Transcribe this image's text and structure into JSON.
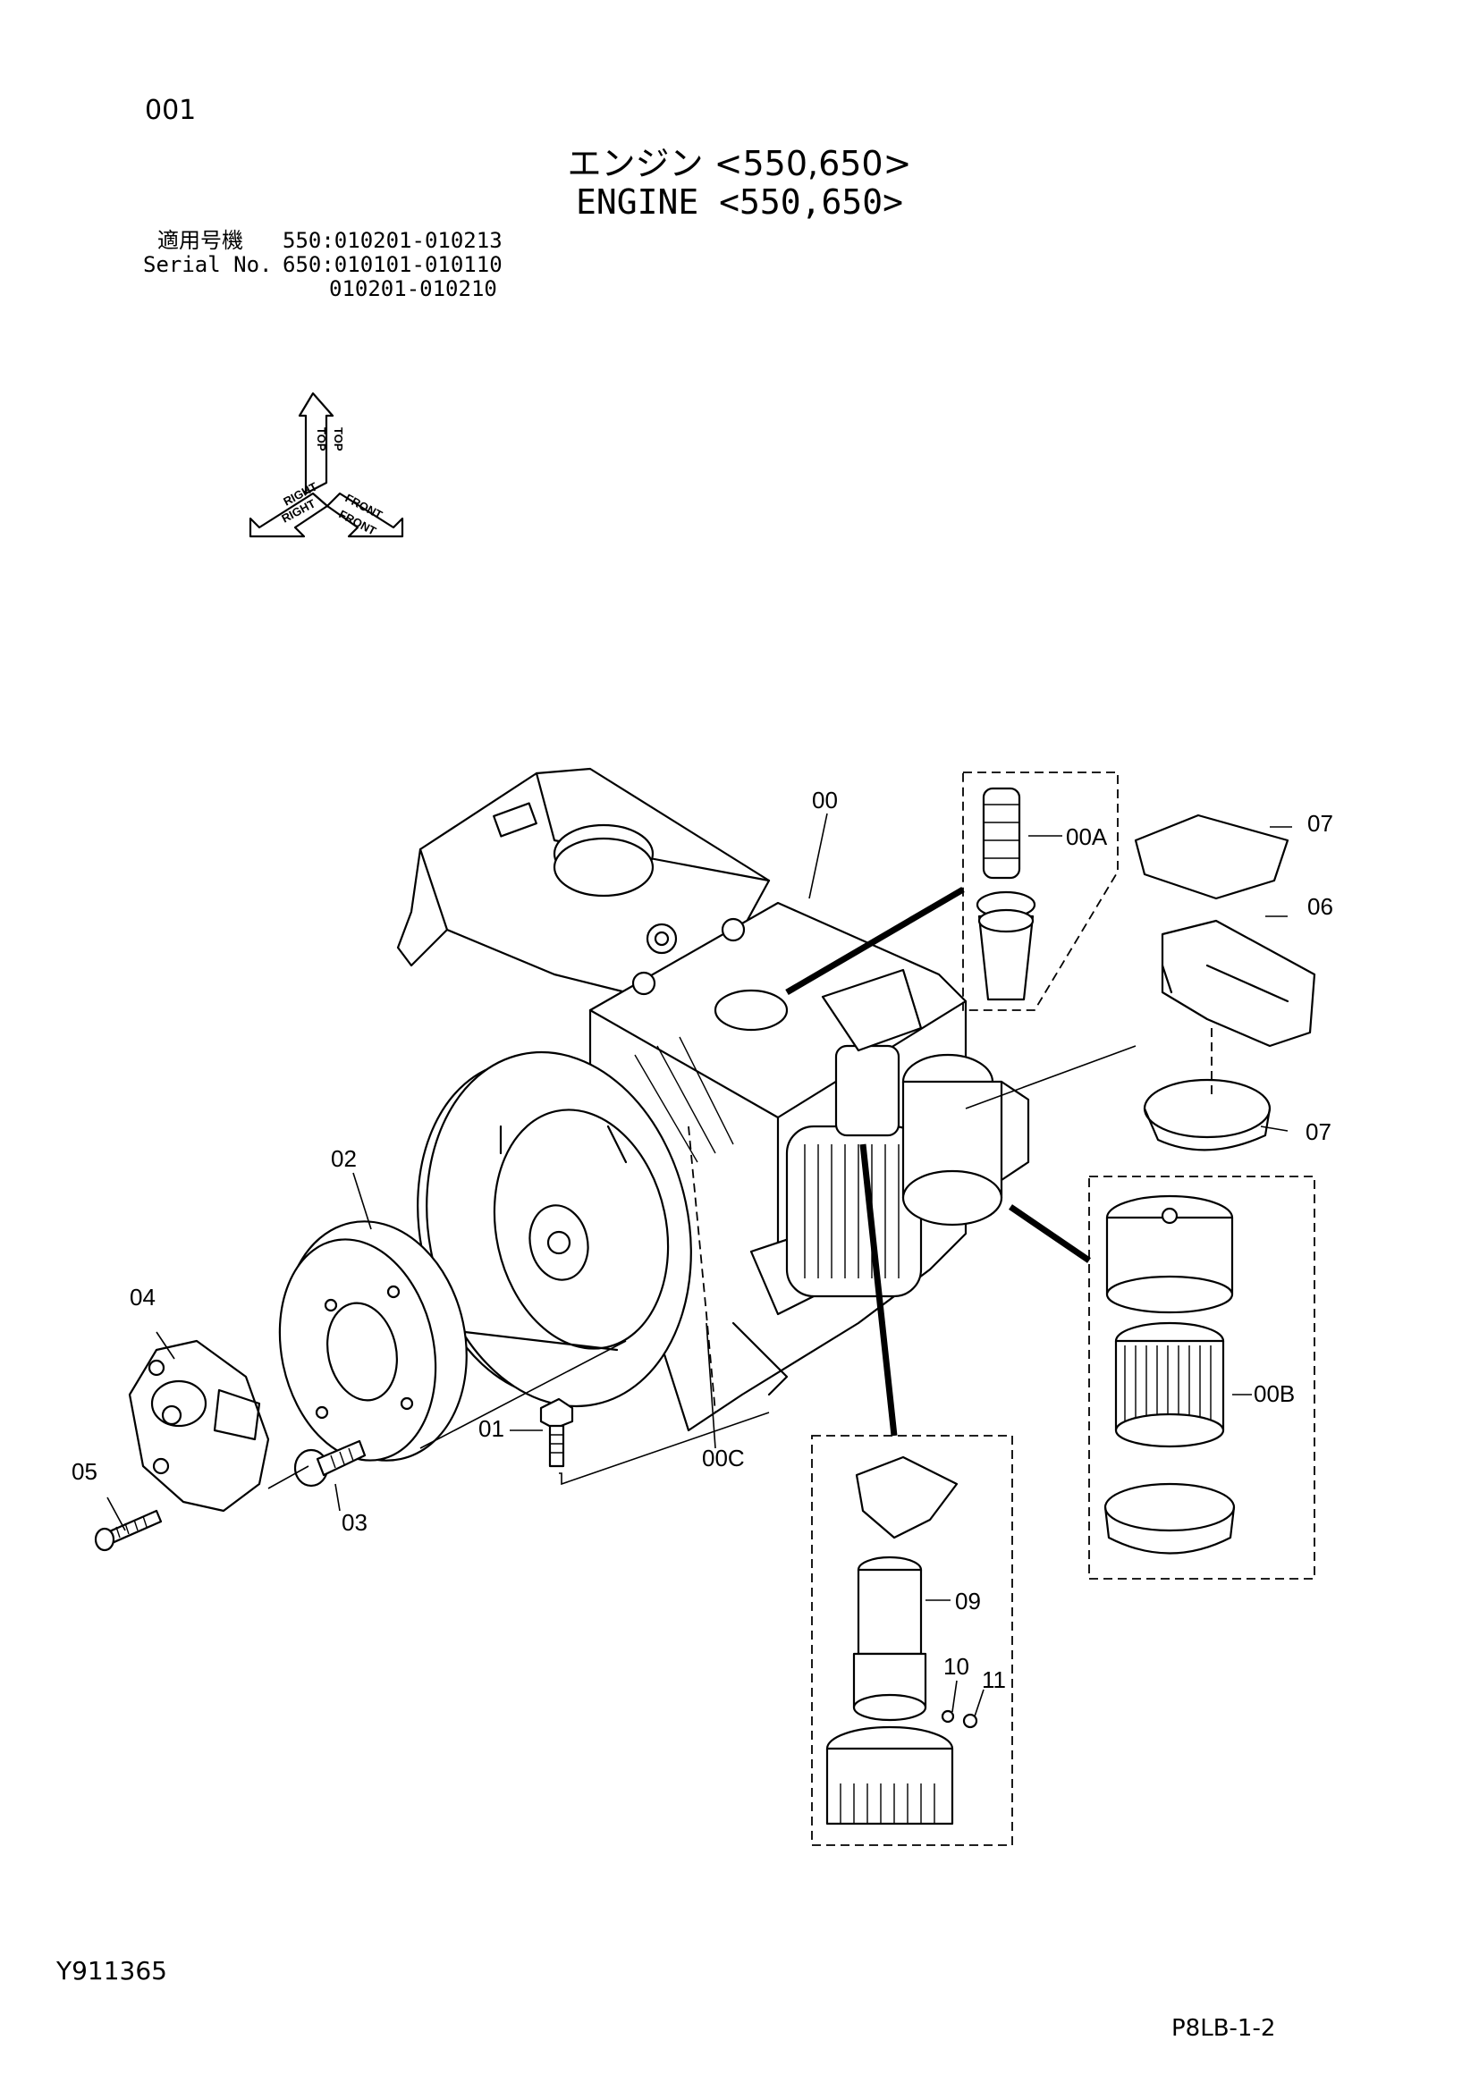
{
  "header": {
    "page_code": "001",
    "title_jp": "エンジン <550,650>",
    "title_en": "ENGINE <550,650>",
    "serial_label_jp": "適用号機",
    "serial_label_en": "Serial No.",
    "serial_ranges": [
      "550:010201-010213",
      "650:010101-010110",
      "010201-010210"
    ]
  },
  "orientation": {
    "top": "TOP",
    "front": "FRONT",
    "right": "RIGHT",
    "top_alt": "TOP",
    "front_alt": "FRONT",
    "right_alt": "RIGHT"
  },
  "callouts": {
    "c00": "00",
    "c00A": "00A",
    "c00B": "00B",
    "c00C": "00C",
    "c01": "01",
    "c02": "02",
    "c03": "03",
    "c04": "04",
    "c05": "05",
    "c06": "06",
    "c07_top": "07",
    "c07_bottom": "07",
    "c09": "09",
    "c10": "10",
    "c11": "11"
  },
  "footer": {
    "drawing_no": "Y911365",
    "page_ref": "P8LB-1-2"
  }
}
